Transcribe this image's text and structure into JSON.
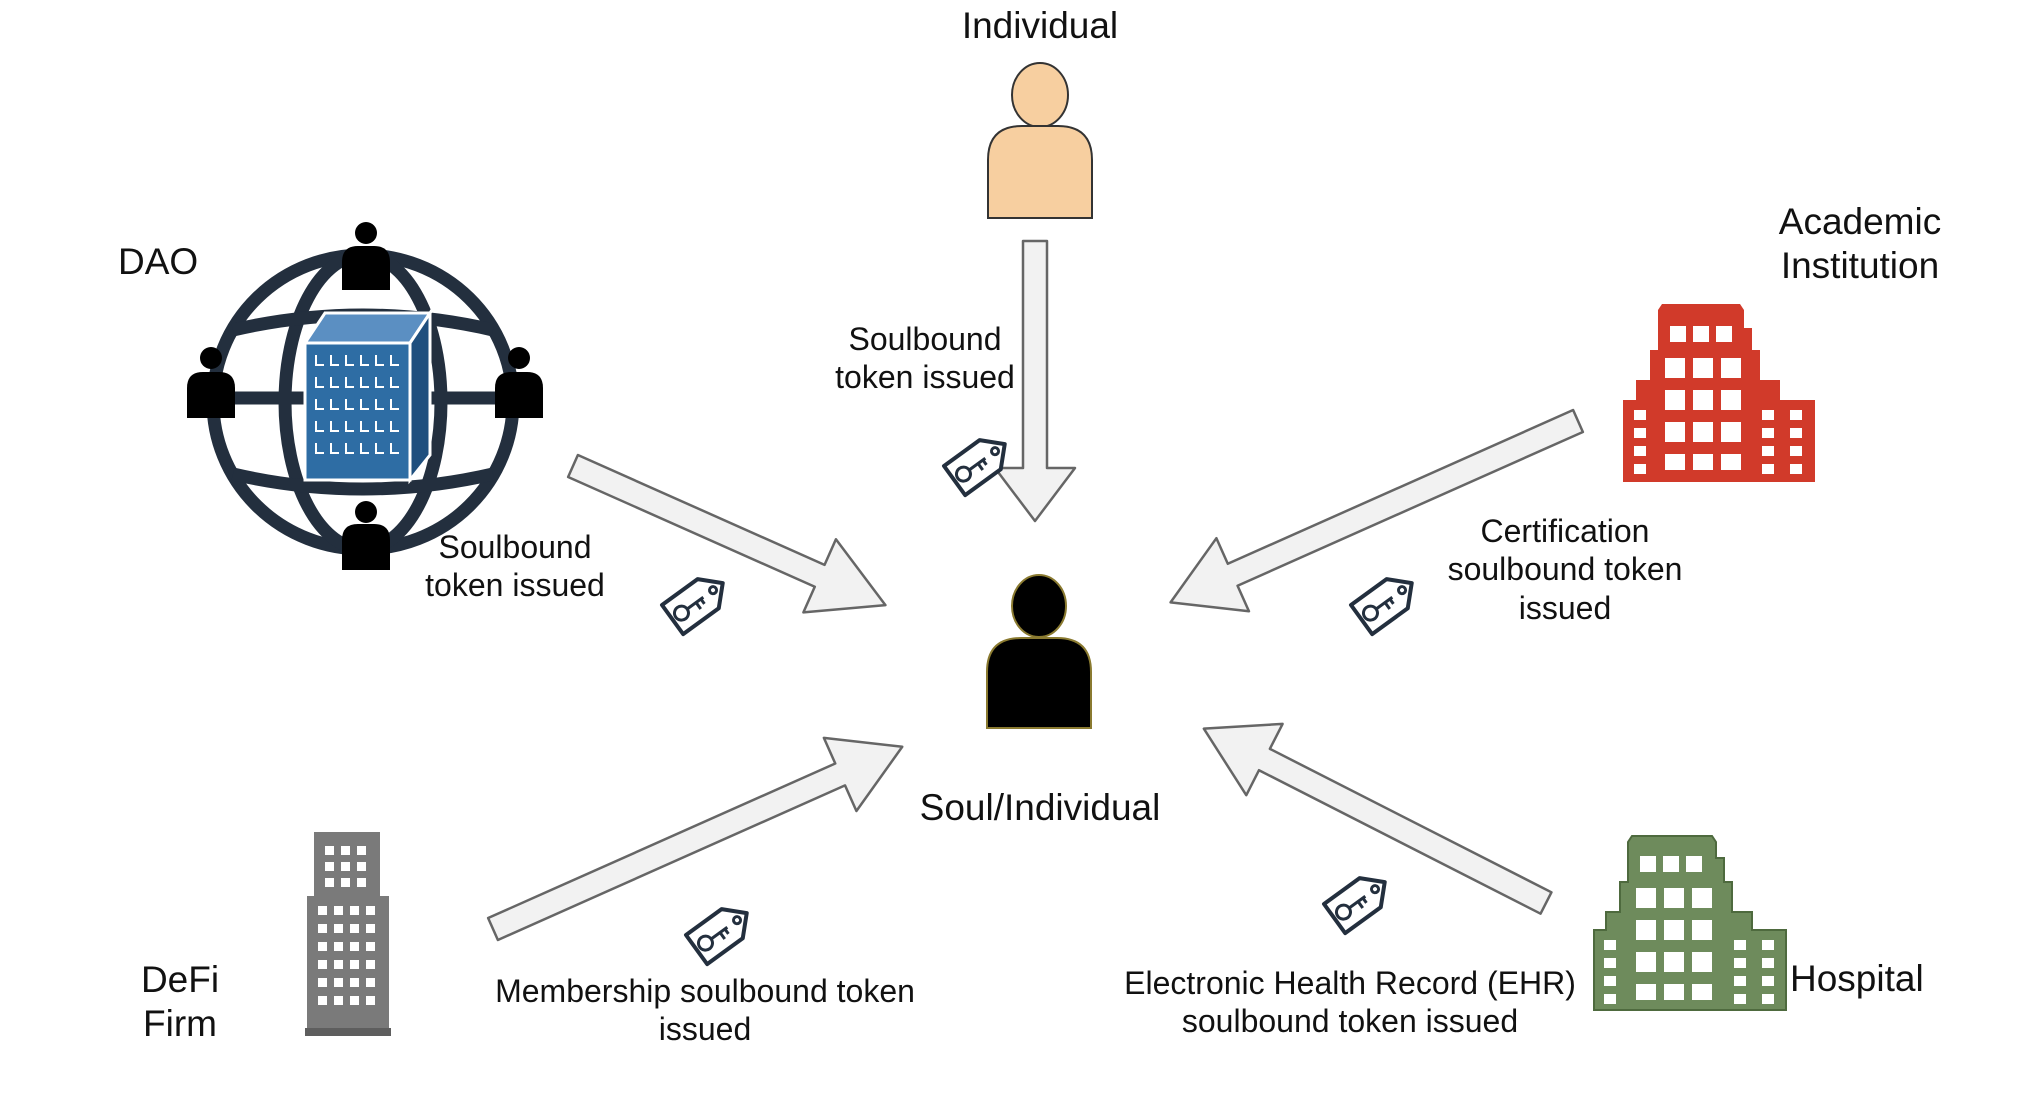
{
  "center": {
    "label": "Soul/Individual"
  },
  "nodes": {
    "individual": {
      "label": "Individual"
    },
    "dao": {
      "label": "DAO"
    },
    "academic": {
      "label_line1": "Academic",
      "label_line2": "Institution"
    },
    "defi": {
      "label_line1": "DeFi",
      "label_line2": "Firm"
    },
    "hospital": {
      "label": "Hospital"
    }
  },
  "edges": {
    "individual": {
      "line1": "Soulbound",
      "line2": "token issued"
    },
    "dao": {
      "line1": "Soulbound",
      "line2": "token issued"
    },
    "academic": {
      "line1": "Certification",
      "line2": "soulbound token",
      "line3": "issued"
    },
    "defi": {
      "line1": "Membership soulbound token",
      "line2": "issued"
    },
    "hospital": {
      "line1": "Electronic Health Record (EHR)",
      "line2": "soulbound token issued"
    }
  },
  "colors": {
    "person_light": "#F7CFA0",
    "person_dark": "#000000",
    "dao_globe": "#232F3E",
    "dao_building": "#2E6DA4",
    "academic_building": "#D13A2A",
    "defi_building": "#7A7A7A",
    "hospital_building": "#6E8B5C",
    "arrow_fill": "#F2F2F2",
    "arrow_stroke": "#666666",
    "tag_stroke": "#232F3E"
  },
  "icons": [
    "person-icon",
    "globe-network-icon",
    "office-building-icon",
    "tag-key-icon",
    "arrow-icon"
  ]
}
